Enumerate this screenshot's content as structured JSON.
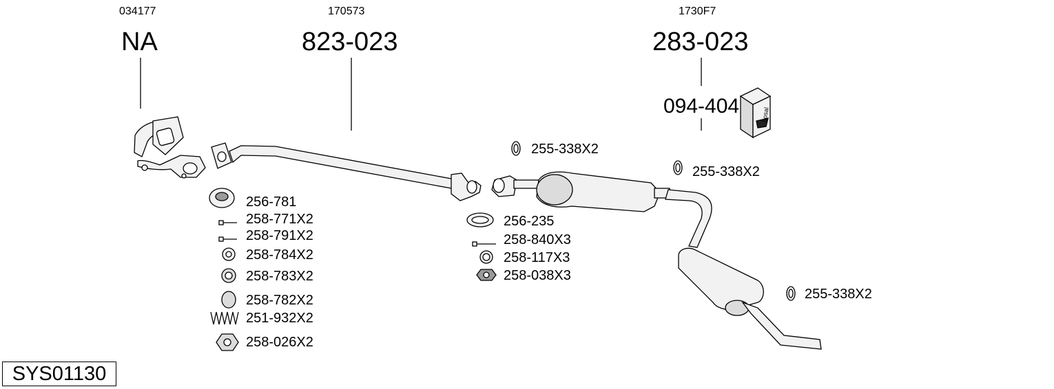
{
  "diagram_id": "SYS01130",
  "columns": [
    {
      "ref_code": "034177",
      "part_number": "NA"
    },
    {
      "ref_code": "170573",
      "part_number": "823-023"
    },
    {
      "ref_code": "1730F7",
      "part_number": "283-023",
      "kit_number": "094-404"
    }
  ],
  "left_parts": [
    "256-781",
    "258-771X2",
    "258-791X2",
    "258-784X2",
    "258-783X2",
    "258-782X2",
    "251-932X2",
    "258-026X2"
  ],
  "middle_parts": [
    "256-235",
    "258-840X3",
    "258-117X3",
    "258-038X3"
  ],
  "gasket_labels": [
    "255-338X2",
    "255-338X2",
    "255-338X2"
  ],
  "box_brand": "bosal",
  "colors": {
    "line": "#000000",
    "fill_light": "#f2f2f2",
    "fill_mid": "#dcdcdc",
    "fill_dark": "#9a9a9a"
  }
}
